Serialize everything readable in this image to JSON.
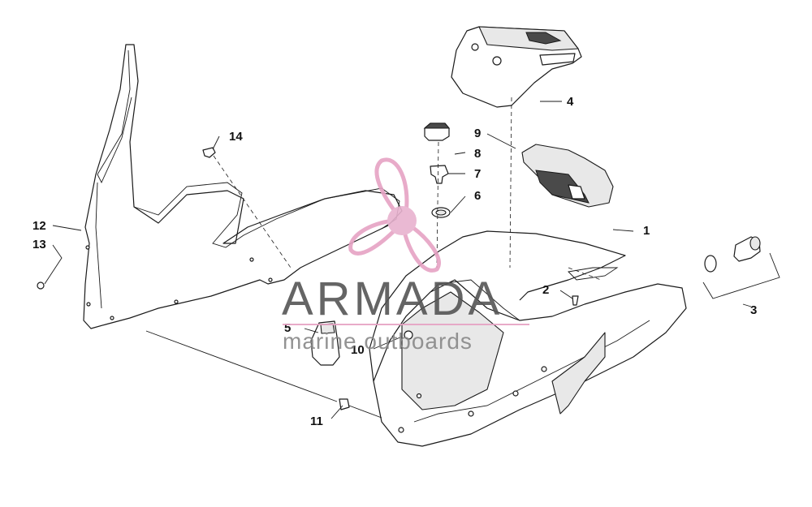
{
  "callouts": {
    "c1": "1",
    "c2": "2",
    "c3": "3",
    "c4": "4",
    "c5": "5",
    "c6": "6",
    "c7": "7",
    "c8": "8",
    "c9": "9",
    "c10": "10",
    "c11": "11",
    "c12": "12",
    "c13": "13",
    "c14": "14"
  },
  "watermark": {
    "brand": "ARMADA",
    "tagline": "marine outboards",
    "colors": {
      "propeller": "#e6a3c4",
      "hub": "#e8b2cf",
      "text": "#555555",
      "tagline": "#888888",
      "rule": "#e6a3c4"
    }
  }
}
